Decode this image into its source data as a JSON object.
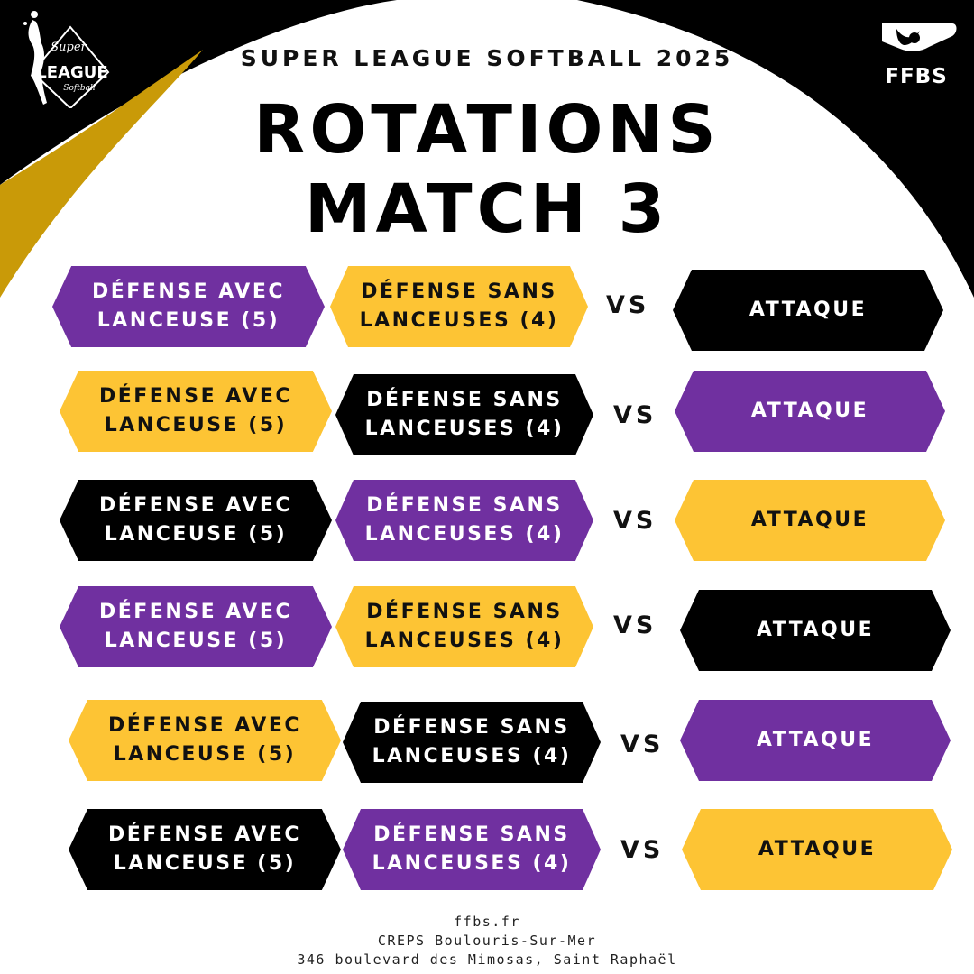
{
  "header": {
    "league_logo": {
      "lines": [
        "Super",
        "LEAGUE",
        "Softball"
      ],
      "icon": "softball-pitcher-icon"
    },
    "subtitle": "SUPER LEAGUE SOFTBALL 2025",
    "title_line1": "ROTATIONS",
    "title_line2": "MATCH 3",
    "federation_logo": {
      "text": "FFBS",
      "icon": "ffbs-federation-logo"
    }
  },
  "colors": {
    "purple": "#7030a0",
    "yellow": "#fdc434",
    "black": "#000000",
    "gold_accent": "#c99a08"
  },
  "rotations": [
    {
      "defense_with_pitcher": {
        "label": "DÉFENSE AVEC\nLANCEUSE (5)",
        "color": "purple"
      },
      "defense_without_pitcher": {
        "label": "DÉFENSE SANS\nLANCEUSES (4)",
        "color": "yellow"
      },
      "vs": "VS",
      "attack": {
        "label": "ATTAQUE",
        "color": "black"
      }
    },
    {
      "defense_with_pitcher": {
        "label": "DÉFENSE AVEC\nLANCEUSE (5)",
        "color": "yellow"
      },
      "defense_without_pitcher": {
        "label": "DÉFENSE SANS\nLANCEUSES (4)",
        "color": "black"
      },
      "vs": "VS",
      "attack": {
        "label": "ATTAQUE",
        "color": "purple"
      }
    },
    {
      "defense_with_pitcher": {
        "label": "DÉFENSE AVEC\nLANCEUSE (5)",
        "color": "black"
      },
      "defense_without_pitcher": {
        "label": "DÉFENSE SANS\nLANCEUSES (4)",
        "color": "purple"
      },
      "vs": "VS",
      "attack": {
        "label": "ATTAQUE",
        "color": "yellow"
      }
    },
    {
      "defense_with_pitcher": {
        "label": "DÉFENSE AVEC\nLANCEUSE (5)",
        "color": "purple"
      },
      "defense_without_pitcher": {
        "label": "DÉFENSE SANS\nLANCEUSES (4)",
        "color": "yellow"
      },
      "vs": "VS",
      "attack": {
        "label": "ATTAQUE",
        "color": "black"
      }
    },
    {
      "defense_with_pitcher": {
        "label": "DÉFENSE AVEC\nLANCEUSE (5)",
        "color": "yellow"
      },
      "defense_without_pitcher": {
        "label": "DÉFENSE SANS\nLANCEUSES (4)",
        "color": "black"
      },
      "vs": "VS",
      "attack": {
        "label": "ATTAQUE",
        "color": "purple"
      }
    },
    {
      "defense_with_pitcher": {
        "label": "DÉFENSE AVEC\nLANCEUSE (5)",
        "color": "black"
      },
      "defense_without_pitcher": {
        "label": "DÉFENSE SANS\nLANCEUSES (4)",
        "color": "purple"
      },
      "vs": "VS",
      "attack": {
        "label": "ATTAQUE",
        "color": "yellow"
      }
    }
  ],
  "footer": {
    "website": "ffbs.fr",
    "venue": "CREPS Boulouris-Sur-Mer",
    "address": "346 boulevard des Mimosas, Saint Raphaël"
  }
}
